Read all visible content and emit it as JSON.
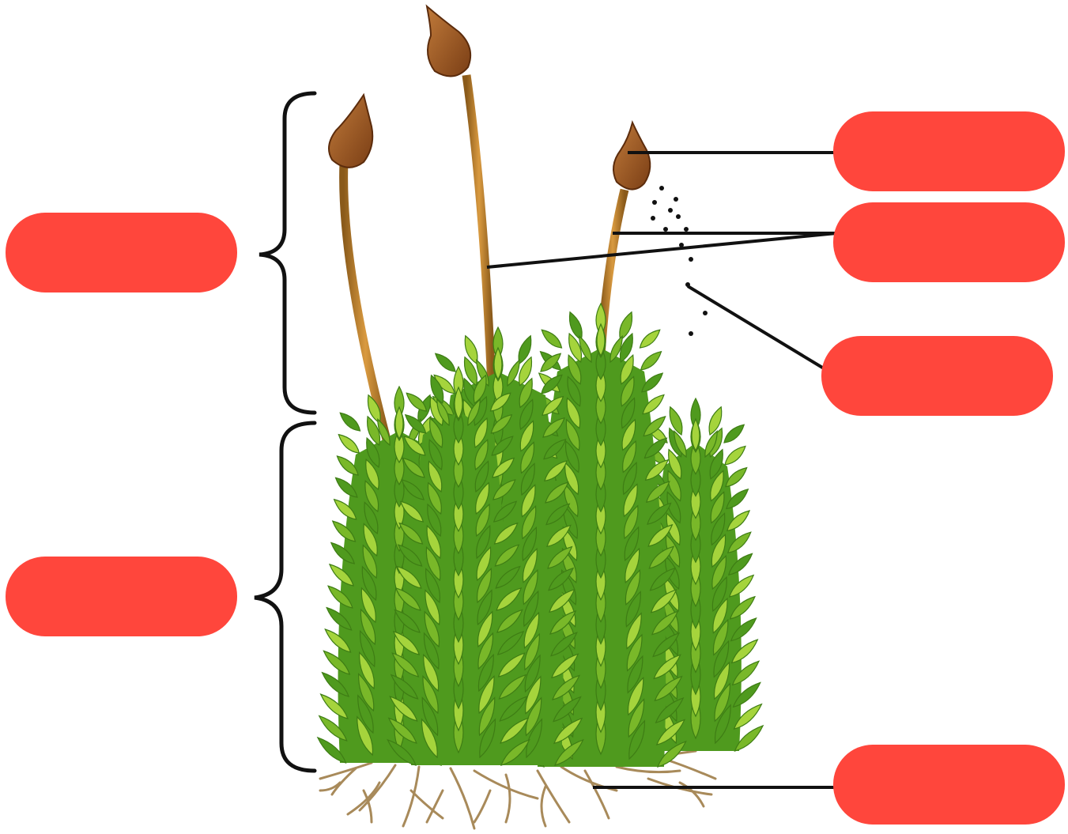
{
  "diagram": {
    "subject": "moss-plant",
    "colors": {
      "label_box": "#ff463c",
      "leaf_dark": "#4f9a1e",
      "leaf_mid": "#79b829",
      "leaf_light": "#a5d43c",
      "seta": "#b8782a",
      "capsule": "#8a4a1c",
      "rhizoid": "#a88a5a",
      "line": "#000000"
    },
    "label_boxes": [
      {
        "id": "sporophyte-region-label",
        "text": ""
      },
      {
        "id": "gametophyte-region-label",
        "text": ""
      },
      {
        "id": "capsule-label",
        "text": ""
      },
      {
        "id": "seta-label",
        "text": ""
      },
      {
        "id": "spores-label",
        "text": ""
      },
      {
        "id": "rhizoids-label",
        "text": ""
      }
    ]
  }
}
